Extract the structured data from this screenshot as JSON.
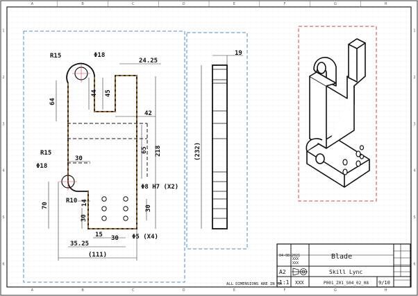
{
  "drawing": {
    "title": "Blade",
    "company": "Skill Lync",
    "date": "04-08-2021",
    "format": "A2",
    "scale": "1:1",
    "drawn_by": "XXX",
    "checked_by": "XXX",
    "weight_code": "XXX",
    "part_number": "P001_Z01_S04_02_08",
    "sheet": "9/10",
    "note": "ALL DIMENSIONS ARE IN MM",
    "projection_symbol": "projection-symbol"
  },
  "zones": {
    "columns": [
      "A",
      "B",
      "C",
      "D",
      "E",
      "F",
      "G",
      "H"
    ],
    "rows": [
      "1",
      "2",
      "3",
      "4",
      "5",
      "6"
    ]
  },
  "front_view": {
    "dims": {
      "r_top": "R15",
      "phi_top": "Φ18",
      "w_top": "24.25",
      "h_slot_a": "44",
      "h_slot_b": "45",
      "h_left": "64",
      "w_slot": "42",
      "h_mid": "65",
      "h_total": "218",
      "r_bot": "R15",
      "phi_bot": "Φ18",
      "w_mid": "30",
      "holes_top": "Φ8 H7 (X2)",
      "r_small": "R10",
      "w_small": "14",
      "h_left_bot": "70",
      "h_small_a": "30",
      "h_small_b": "30",
      "w_15": "15",
      "w_30": "30",
      "w_35": "35.25",
      "holes_bot": "Φ5 (X4)",
      "w_total": "(111)"
    }
  },
  "side_view": {
    "dims": {
      "thickness": "19",
      "height": "(232)"
    }
  },
  "colors": {
    "front_frame": "#4a8fe0",
    "side_frame": "#4a8fe0",
    "iso_frame": "#e23c3c",
    "hidden_lines": "#ff8a00"
  }
}
